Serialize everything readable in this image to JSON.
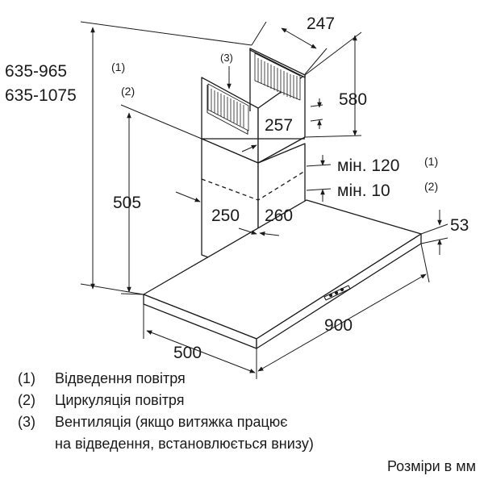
{
  "colors": {
    "line": "#1a1a1a",
    "background": "#ffffff"
  },
  "labels": {
    "chimney_width_depth": "247",
    "chimney_upper_height": "580",
    "height_range_exhaust": "635-965",
    "height_range_exhaust_ref": "(1)",
    "height_range_recirculation": "635-1075",
    "height_range_recirculation_ref": "(2)",
    "vent_ref": "(3)",
    "upper_chimney_width": "257",
    "lower_chimney_height": "505",
    "lower_chimney_width": "250",
    "lower_chimney_depth": "260",
    "min_exhaust": "мін. 120",
    "min_exhaust_ref": "(1)",
    "min_recirculation": "мін. 10",
    "min_recirculation_ref": "(2)",
    "canopy_height": "53",
    "canopy_width": "900",
    "canopy_depth": "500"
  },
  "legend": [
    {
      "num": "(1)",
      "text": "Відведення повітря"
    },
    {
      "num": "(2)",
      "text": "Циркуляція повітря"
    },
    {
      "num": "(3)",
      "text": "Вентиляція (якщо витяжка працює"
    }
  ],
  "legend_continuation": "на відведення, встановлюється внизу)",
  "units_note": "Розміри в мм"
}
